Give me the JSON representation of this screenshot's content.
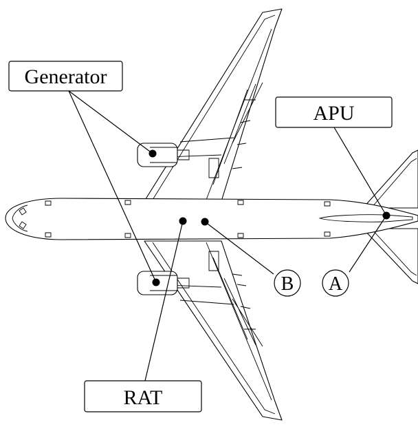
{
  "labels": {
    "generator": "Generator",
    "apu": "APU",
    "rat": "RAT",
    "marker_a": "A",
    "marker_b": "B"
  },
  "colors": {
    "line": "#000000",
    "background": "#ffffff"
  }
}
